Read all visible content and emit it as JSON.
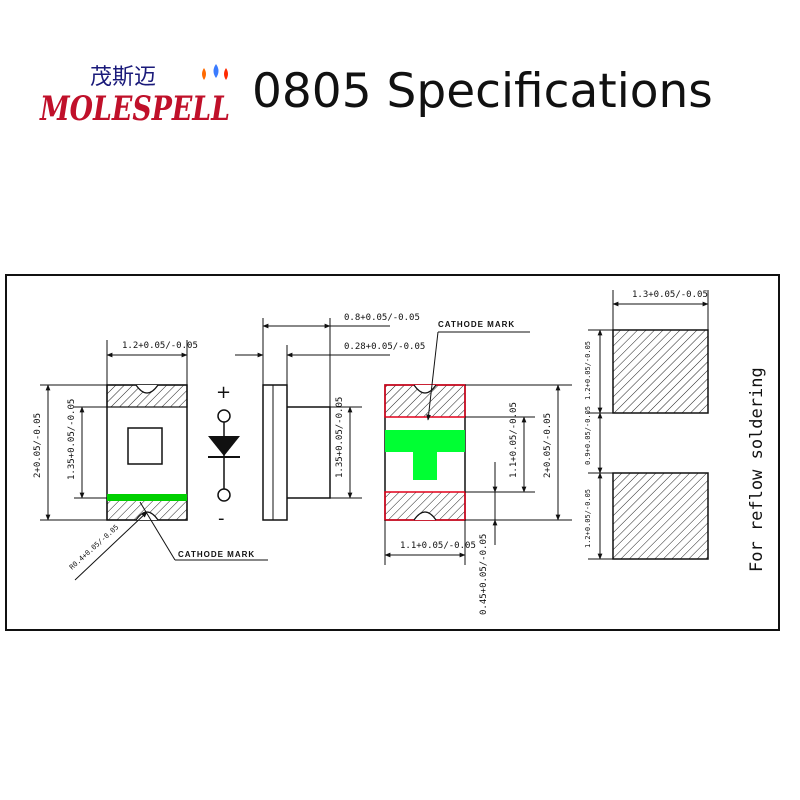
{
  "header": {
    "logo_text_cn": "茂斯迈",
    "logo_text_en": "MOLESPELL",
    "title": "0805 Specifications"
  },
  "colors": {
    "cathode_band": "#00d000",
    "cathode_pad": "#00ff33",
    "pad_outline": "#e0001a",
    "ink": "#111111"
  },
  "drawing": {
    "top_view": {
      "width_dim": "1.2+0.05/-0.05",
      "height_dim": "2+0.05/-0.05",
      "inner_dim": "1.35+0.05/-0.05",
      "radius_dim": "R0.4+0.05/-0.05",
      "cathode_label": "CATHODE MARK"
    },
    "symbol": {
      "plus": "+",
      "minus": "-"
    },
    "side_view": {
      "top_dim": "0.8+0.05/-0.05",
      "thickness_dim": "0.28+0.05/-0.05",
      "height_dim": "1.35+0.05/-0.05"
    },
    "bottom_view": {
      "cathode_label": "CATHODE MARK",
      "inner_dim": "1.1+0.05/-0.05",
      "height_dim": "2+0.05/-0.05",
      "width_dim": "1.1+0.05/-0.05",
      "pad_gap_dim": "0.45+0.05/-0.05"
    },
    "land_pattern": {
      "width_dim": "1.3+0.05/-0.05",
      "pad1_dim": "1.2+0.05/-0.05",
      "gap_dim": "0.9+0.05/-0.05",
      "pad2_dim": "1.2+0.05/-0.05",
      "note": "For reflow soldering"
    }
  }
}
